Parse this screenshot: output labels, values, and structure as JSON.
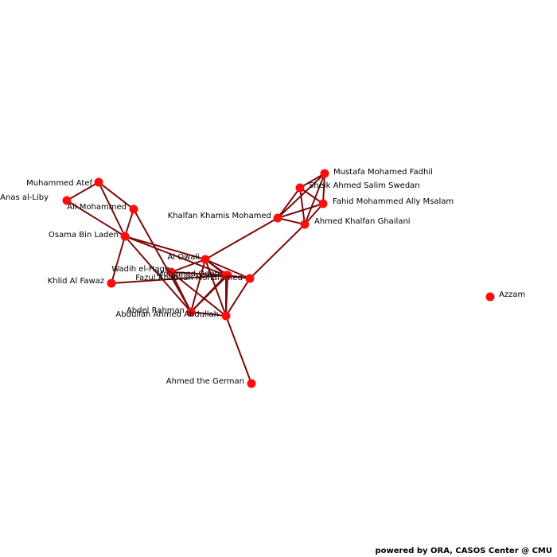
{
  "network": {
    "colors": {
      "node": "#ff0d0d",
      "edge": "#7a0a0a",
      "label": "#000000",
      "background": "#ffffff"
    },
    "nodes": [
      {
        "id": "atef",
        "label": "Muhammed Atef"
      },
      {
        "id": "liby",
        "label": "Anas al-Liby"
      },
      {
        "id": "alimoh",
        "label": "Ali Mohammed"
      },
      {
        "id": "osama",
        "label": "Osama Bin Laden"
      },
      {
        "id": "fawaz",
        "label": "Khlid Al Fawaz"
      },
      {
        "id": "wadih",
        "label": "Wadih el-Hage"
      },
      {
        "id": "owali",
        "label": "Al Owali"
      },
      {
        "id": "odeh",
        "label": "Mohamed Odeh"
      },
      {
        "id": "fazul",
        "label": "Fazul Abdullah Mohammed"
      },
      {
        "id": "m2",
        "label": ""
      },
      {
        "id": "rahman",
        "label": "Abdel Rahman"
      },
      {
        "id": "abdullah",
        "label": "Abdullah Ahmed Abdullah"
      },
      {
        "id": "german",
        "label": "Ahmed the German"
      },
      {
        "id": "khalfan",
        "label": "Khalfan Khamis Mohamed"
      },
      {
        "id": "ghailani",
        "label": "Ahmed Khalfan Ghailani"
      },
      {
        "id": "swedan",
        "label": "Sheik Ahmed Salim Swedan"
      },
      {
        "id": "fadhil",
        "label": "Mustafa Mohamed Fadhil"
      },
      {
        "id": "msalam",
        "label": "Fahid Mohammed Ally Msalam"
      },
      {
        "id": "azzam",
        "label": "Azzam"
      }
    ],
    "edges": [
      [
        "liby",
        "atef"
      ],
      [
        "liby",
        "osama"
      ],
      [
        "atef",
        "osama"
      ],
      [
        "atef",
        "alimoh"
      ],
      [
        "alimoh",
        "osama"
      ],
      [
        "alimoh",
        "rahman"
      ],
      [
        "osama",
        "fawaz"
      ],
      [
        "osama",
        "owali"
      ],
      [
        "osama",
        "odeh"
      ],
      [
        "osama",
        "rahman"
      ],
      [
        "fawaz",
        "odeh"
      ],
      [
        "owali",
        "wadih"
      ],
      [
        "owali",
        "odeh"
      ],
      [
        "owali",
        "rahman"
      ],
      [
        "owali",
        "abdullah"
      ],
      [
        "owali",
        "m2"
      ],
      [
        "owali",
        "khalfan"
      ],
      [
        "owali",
        "fazul"
      ],
      [
        "wadih",
        "fazul"
      ],
      [
        "wadih",
        "abdullah"
      ],
      [
        "wadih",
        "rahman"
      ],
      [
        "odeh",
        "fazul"
      ],
      [
        "odeh",
        "m2"
      ],
      [
        "odeh",
        "rahman"
      ],
      [
        "odeh",
        "abdullah"
      ],
      [
        "fazul",
        "m2"
      ],
      [
        "fazul",
        "abdullah"
      ],
      [
        "fazul",
        "rahman"
      ],
      [
        "m2",
        "abdullah"
      ],
      [
        "m2",
        "ghailani"
      ],
      [
        "rahman",
        "abdullah"
      ],
      [
        "abdullah",
        "german"
      ],
      [
        "khalfan",
        "swedan"
      ],
      [
        "khalfan",
        "fadhil"
      ],
      [
        "khalfan",
        "msalam"
      ],
      [
        "khalfan",
        "ghailani"
      ],
      [
        "swedan",
        "fadhil"
      ],
      [
        "swedan",
        "msalam"
      ],
      [
        "swedan",
        "ghailani"
      ],
      [
        "fadhil",
        "msalam"
      ],
      [
        "fadhil",
        "ghailani"
      ],
      [
        "msalam",
        "ghailani"
      ]
    ]
  },
  "footer": {
    "text": "powered by ORA, CASOS Center @ CMU"
  }
}
